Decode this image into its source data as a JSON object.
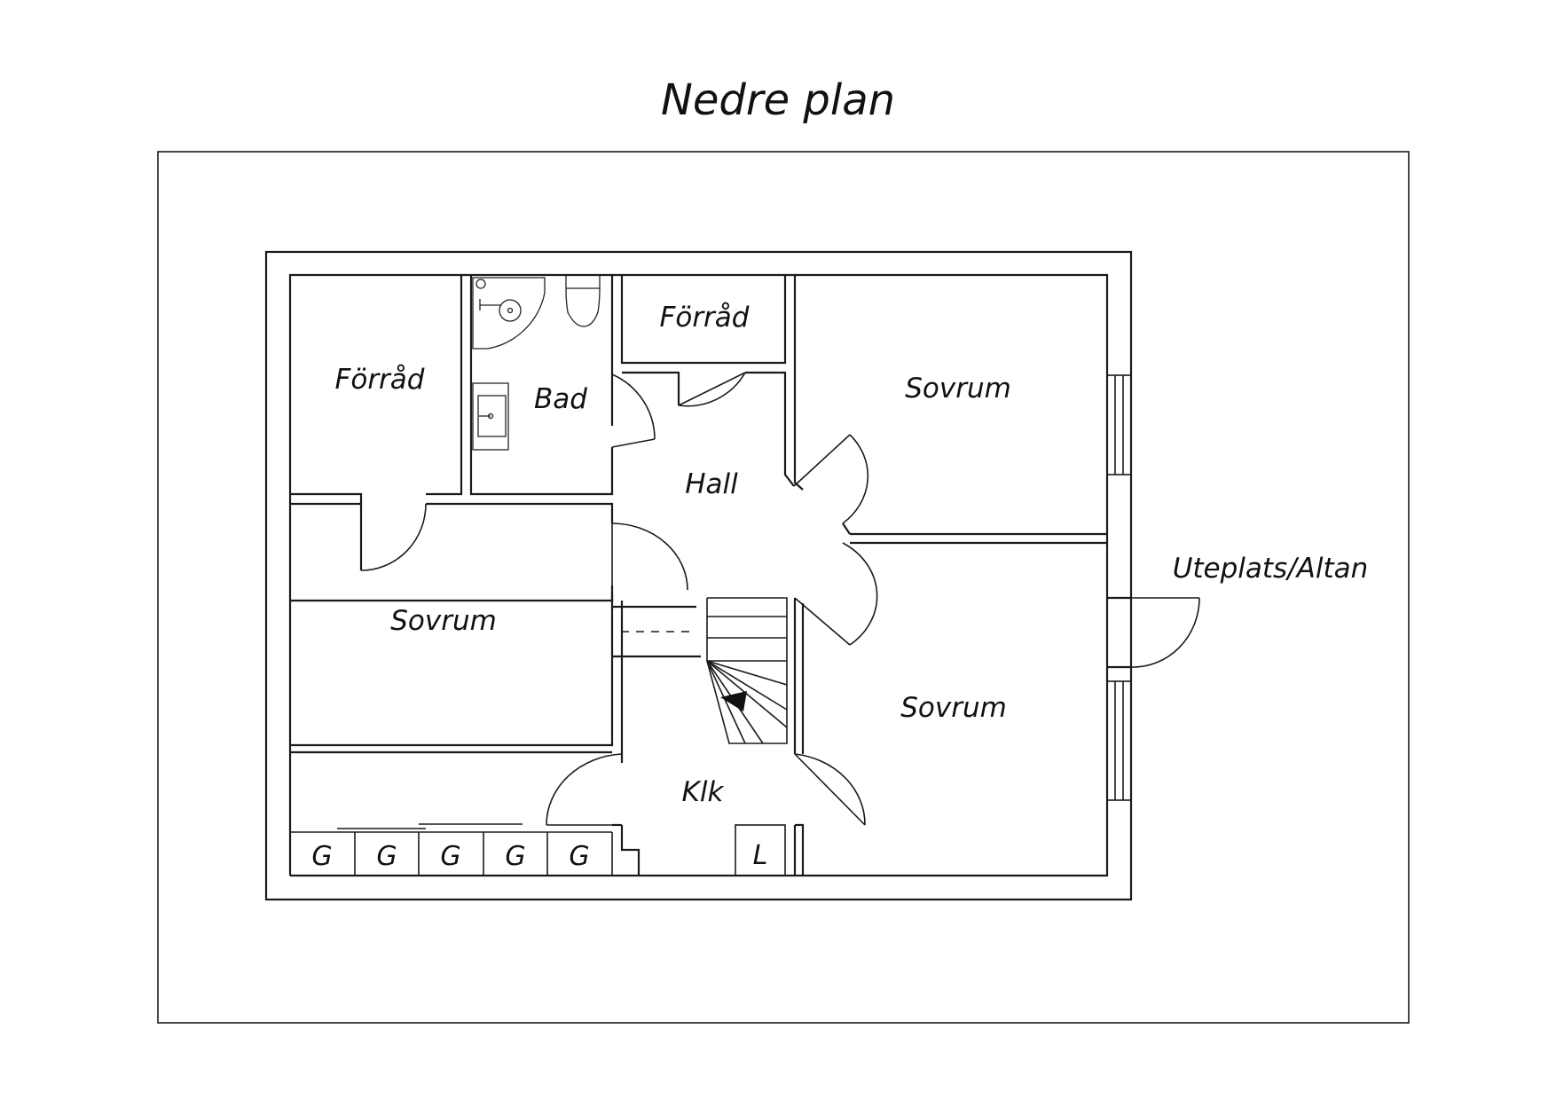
{
  "title": "Nedre plan",
  "rooms": {
    "forrad_left": "Förråd",
    "bad": "Bad",
    "forrad_top": "Förråd",
    "sovrum_ne": "Sovrum",
    "hall": "Hall",
    "sovrum_w": "Sovrum",
    "sovrum_se": "Sovrum",
    "klk": "Klk",
    "uteplats": "Uteplats/Altan"
  },
  "fixtures": {
    "wardrobes": [
      "G",
      "G",
      "G",
      "G",
      "G"
    ],
    "linen_closet": "L"
  },
  "colors": {
    "line": "#1a1a1a",
    "background": "#ffffff"
  }
}
